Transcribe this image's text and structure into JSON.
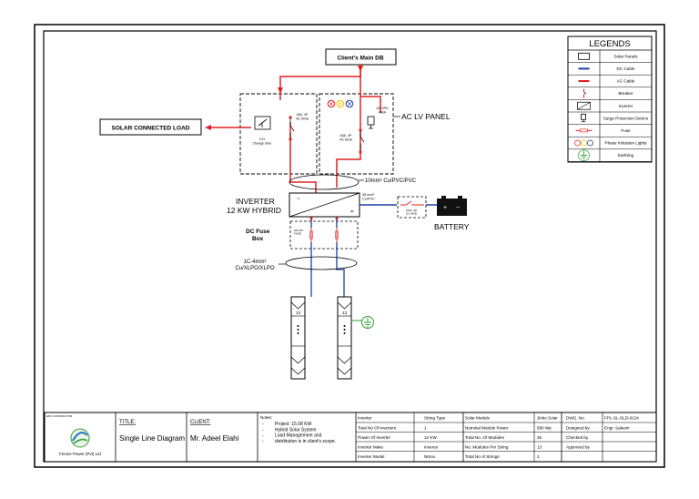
{
  "diagram": {
    "main_db": "Client's Main DB",
    "solar_load": "SOLAR CONNECTED LOAD",
    "ac_lv_panel": "AC LV PANEL",
    "changeover": "C/O\nChange Over",
    "mcb1": "63A, 4P\nAC MCB",
    "mcb2": "63A, 4P\nAC MCB",
    "spd": "AC SPD\n40kA",
    "ac_cable": "10mm² Cu/PVC/PVC",
    "inverter_title": "INVERTER",
    "inverter_sub": "12 KW HYBRID",
    "dc_fuse_box": "DC Fuse\nBox",
    "dc_fuse_text": "20A DC\nFUSE",
    "battery_cable": "35 mm²\nCu/PVC",
    "battery_mcb": "100A, 2P\nDC MCB",
    "battery": "BATTERY",
    "dc_cable": "1C-4mm²\nCu/XLPO/XLPO",
    "string1_count": "13",
    "string2_count": "13"
  },
  "legend": {
    "title": "LEGENDS",
    "items": [
      {
        "label": "Solar Panels",
        "icon": "solar-panel-icon"
      },
      {
        "label": "DC Cable",
        "icon": "dc-cable-icon",
        "color": "#1e3fa8"
      },
      {
        "label": "AC Cable",
        "icon": "ac-cable-icon",
        "color": "#e02020"
      },
      {
        "label": "Breaker",
        "icon": "breaker-icon"
      },
      {
        "label": "Inverter",
        "icon": "inverter-icon"
      },
      {
        "label": "Surge Protection Device",
        "icon": "spd-icon"
      },
      {
        "label": "Fuse",
        "icon": "fuse-icon"
      },
      {
        "label": "Phase Inilcation Lights",
        "icon": "phase-lights-icon"
      },
      {
        "label": "Earthing",
        "icon": "earthing-icon",
        "color": "#2e9d2e"
      }
    ]
  },
  "title_block": {
    "contractor_label": "EPC CONTRACTOR",
    "company": "Fenize Power (Pvt) Ltd",
    "title_label": "TITLE:",
    "title_value": "Single Line Diagram",
    "client_label": "CLIENT:",
    "client_value": "Mr. Adeel Elahi",
    "notes_label": "Notes:",
    "notes": [
      "Project: 15.08 KW",
      "Hybrid Solar System",
      "Load Management and",
      "distribution is in client's scope."
    ],
    "inverter_table": [
      [
        "Inverter",
        "String Type"
      ],
      [
        "Total No Of Inverters",
        "1"
      ],
      [
        "Power Of Inverter",
        "12 KW"
      ],
      [
        "Inverter Make",
        "Inverex"
      ],
      [
        "Inverter Model",
        "Nitrox"
      ]
    ],
    "module_table": [
      [
        "Solar Module",
        "Jinko Solar"
      ],
      [
        "Nominal Module Power",
        "580 Wp"
      ],
      [
        "Total No. Of Modules",
        "26"
      ],
      [
        "No. Modules Per String",
        "13"
      ],
      [
        "Total No of Strings",
        "2"
      ]
    ],
    "dwg_table": [
      [
        "DWG. No.",
        "FPL-SL-SLD-0124"
      ],
      [
        "Designed by",
        "Engr. Saleem"
      ],
      [
        "Checked by",
        ""
      ],
      [
        "Approved by",
        ""
      ],
      [
        "",
        ""
      ]
    ]
  }
}
